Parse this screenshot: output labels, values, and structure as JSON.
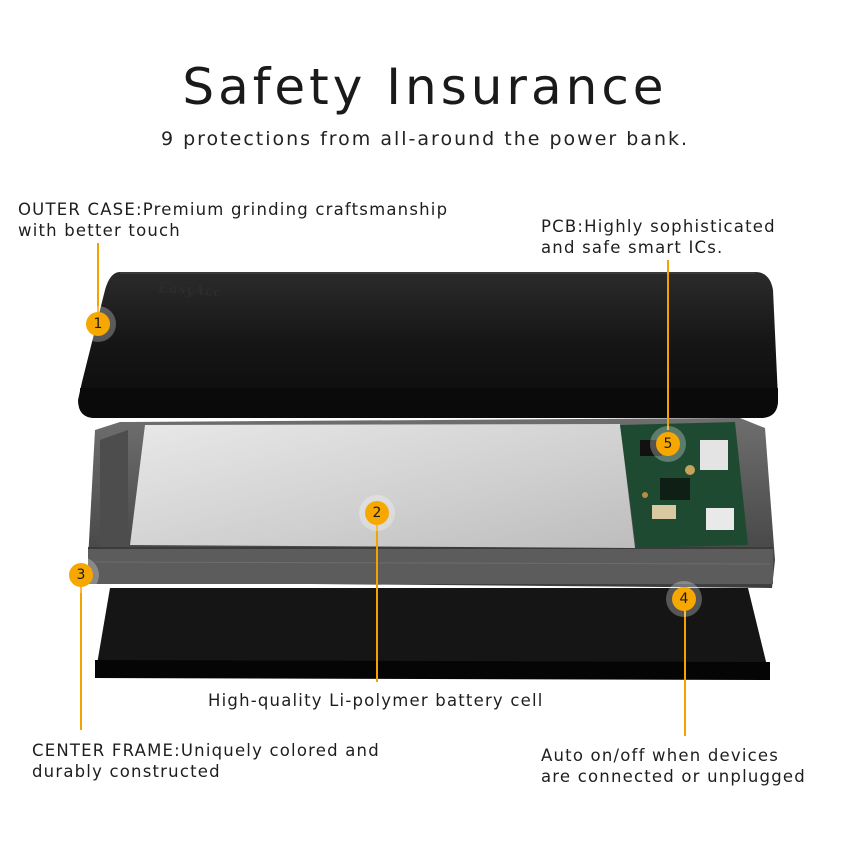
{
  "header": {
    "title": "Safety Insurance",
    "subtitle": "9 protections from all-around the power bank."
  },
  "brand_engraving": "EasyAcc",
  "callouts": {
    "outer_case": {
      "line1": "OUTER CASE:Premium grinding craftsmanship",
      "line2": "with better touch"
    },
    "pcb": {
      "line1": "PCB:Highly sophisticated",
      "line2": "and safe smart ICs."
    },
    "battery": {
      "line1": "High-quality Li-polymer battery cell"
    },
    "center_frame": {
      "line1": "CENTER FRAME:Uniquely colored and",
      "line2": "durably constructed"
    },
    "auto": {
      "line1": "Auto on/off when devices",
      "line2": "are connected or unplugged"
    }
  },
  "badges": {
    "b1": "1",
    "b2": "2",
    "b3": "3",
    "b4": "4",
    "b5": "5"
  },
  "colors": {
    "accent": "#f7a800",
    "case": "#121212",
    "frame": "#5a5a5a",
    "battery": "#d9d9d9",
    "pcb": "#1f4a32"
  }
}
